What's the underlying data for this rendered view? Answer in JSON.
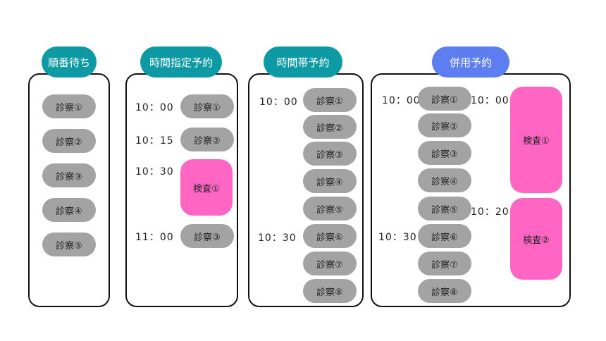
{
  "panels": {
    "order_wait": {
      "title": "順番待ち",
      "items": [
        "診察①",
        "診察②",
        "診察③",
        "診察④",
        "診察⑤"
      ]
    },
    "time_specified": {
      "title": "時間指定予約",
      "times": [
        "10：00",
        "10：15",
        "10：30",
        "11：00"
      ],
      "items": [
        "診察①",
        "診察②",
        "検査①",
        "診察③"
      ]
    },
    "time_slot": {
      "title": "時間帯予約",
      "times": [
        "10：00",
        "10：30"
      ],
      "items": [
        "診察①",
        "診察②",
        "診察③",
        "診察④",
        "診察⑤",
        "診察⑥",
        "診察⑦",
        "診察⑧"
      ]
    },
    "combined": {
      "title": "併用予約",
      "times_left": [
        "10：00",
        "10：30"
      ],
      "times_right": [
        "10：00",
        "10：20"
      ],
      "items": [
        "診察①",
        "診察②",
        "診察③",
        "診察④",
        "診察⑤",
        "診察⑥",
        "診察⑦",
        "診察⑧"
      ],
      "exams": [
        "検査①",
        "検査②"
      ]
    }
  },
  "colors": {
    "teal": "#0e9aa4",
    "blue": "#5d7ef0",
    "gray": "#a3a3a3",
    "pink": "#ff66c4"
  }
}
